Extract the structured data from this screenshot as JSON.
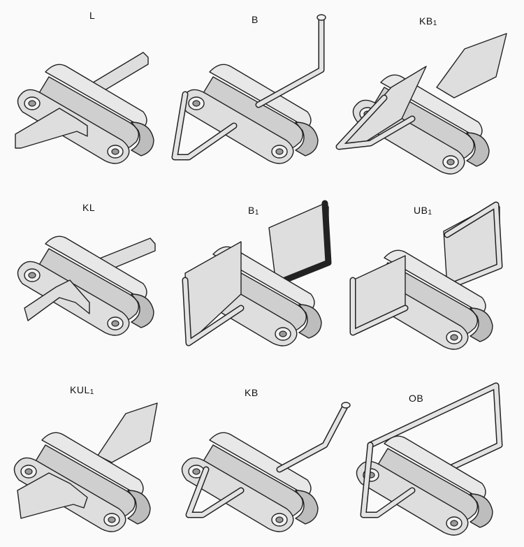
{
  "attachments": [
    {
      "id": "L",
      "label": "L",
      "sub": ""
    },
    {
      "id": "B",
      "label": "B",
      "sub": ""
    },
    {
      "id": "KB1",
      "label": "KB",
      "sub": "1"
    },
    {
      "id": "KL",
      "label": "KL",
      "sub": ""
    },
    {
      "id": "B1",
      "label": "B",
      "sub": "1"
    },
    {
      "id": "UB1",
      "label": "UB",
      "sub": "1"
    },
    {
      "id": "KUL1",
      "label": "KUL",
      "sub": "1"
    },
    {
      "id": "KB",
      "label": "KB",
      "sub": ""
    },
    {
      "id": "OB",
      "label": "OB",
      "sub": ""
    }
  ]
}
